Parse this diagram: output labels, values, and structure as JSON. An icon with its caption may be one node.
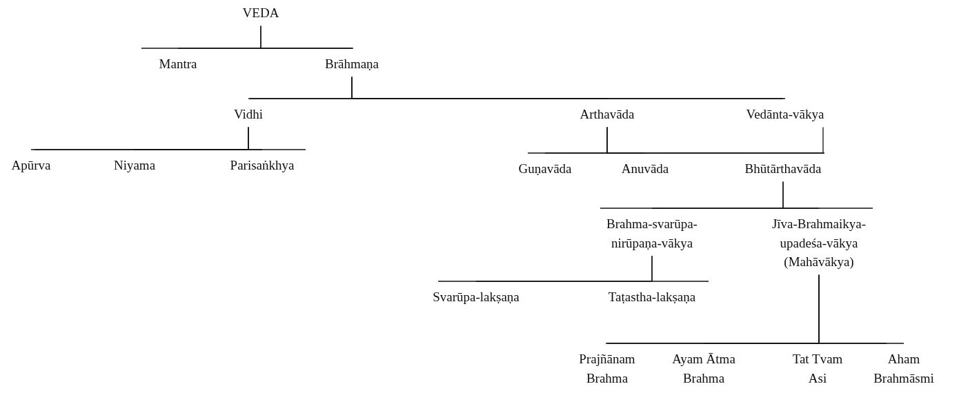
{
  "diagram": {
    "nodes": [
      {
        "text": [
          "VEDA"
        ]
      },
      {
        "text": [
          "Mantra"
        ]
      },
      {
        "text": [
          "Brāhmaṇa"
        ]
      },
      {
        "text": [
          "Vidhi"
        ]
      },
      {
        "text": [
          "Arthavāda"
        ]
      },
      {
        "text": [
          "Vedānta-vākya"
        ]
      },
      {
        "text": [
          "Apūrva"
        ]
      },
      {
        "text": [
          "Niyama"
        ]
      },
      {
        "text": [
          "Parisaṅkhya"
        ]
      },
      {
        "text": [
          "Guṇavāda"
        ]
      },
      {
        "text": [
          "Anuvāda"
        ]
      },
      {
        "text": [
          "Bhūtārthavāda"
        ]
      },
      {
        "text": [
          "Brahma-svarūpa- nirūpaṇa-vākya"
        ]
      },
      {
        "text": [
          "Jīva-Brahmaikya- upadeśa-vākya (Mahāvākya)"
        ]
      },
      {
        "text": [
          "Svarūpa-lakṣaṇa"
        ]
      },
      {
        "text": [
          "Taṭastha-lakṣaṇa"
        ]
      },
      {
        "text": [
          "Prajñānam Brahma"
        ]
      },
      {
        "text": [
          "Ayam Ātma Brahma"
        ]
      },
      {
        "text": [
          "Tat Tvam Asi"
        ]
      },
      {
        "text": [
          "Aham Brahmāsmi"
        ]
      }
    ],
    "edges": [
      {
        "from": 0,
        "to": 1,
        "arrow": "none"
      },
      {
        "from": 0,
        "to": 2,
        "arrow": "none"
      },
      {
        "from": 2,
        "to": 3,
        "arrow": "none"
      },
      {
        "from": 2,
        "to": 4,
        "arrow": "none"
      },
      {
        "from": 2,
        "to": 5,
        "arrow": "none"
      },
      {
        "from": 3,
        "to": 6,
        "arrow": "none"
      },
      {
        "from": 3,
        "to": 7,
        "arrow": "none"
      },
      {
        "from": 3,
        "to": 8,
        "arrow": "none"
      },
      {
        "from": 4,
        "to": 9,
        "arrow": "none"
      },
      {
        "from": 4,
        "to": 10,
        "arrow": "none"
      },
      {
        "from": 4,
        "to": 11,
        "arrow": "none"
      },
      {
        "from": 5,
        "to": 11,
        "arrow": "none"
      },
      {
        "from": 11,
        "to": 12,
        "arrow": "none"
      },
      {
        "from": 11,
        "to": 13,
        "arrow": "none"
      },
      {
        "from": 12,
        "to": 14,
        "arrow": "none"
      },
      {
        "from": 12,
        "to": 15,
        "arrow": "none"
      },
      {
        "from": 13,
        "to": 16,
        "arrow": "none"
      },
      {
        "from": 13,
        "to": 17,
        "arrow": "none"
      },
      {
        "from": 13,
        "to": 18,
        "arrow": "none"
      },
      {
        "from": 13,
        "to": 19,
        "arrow": "none"
      }
    ]
  }
}
